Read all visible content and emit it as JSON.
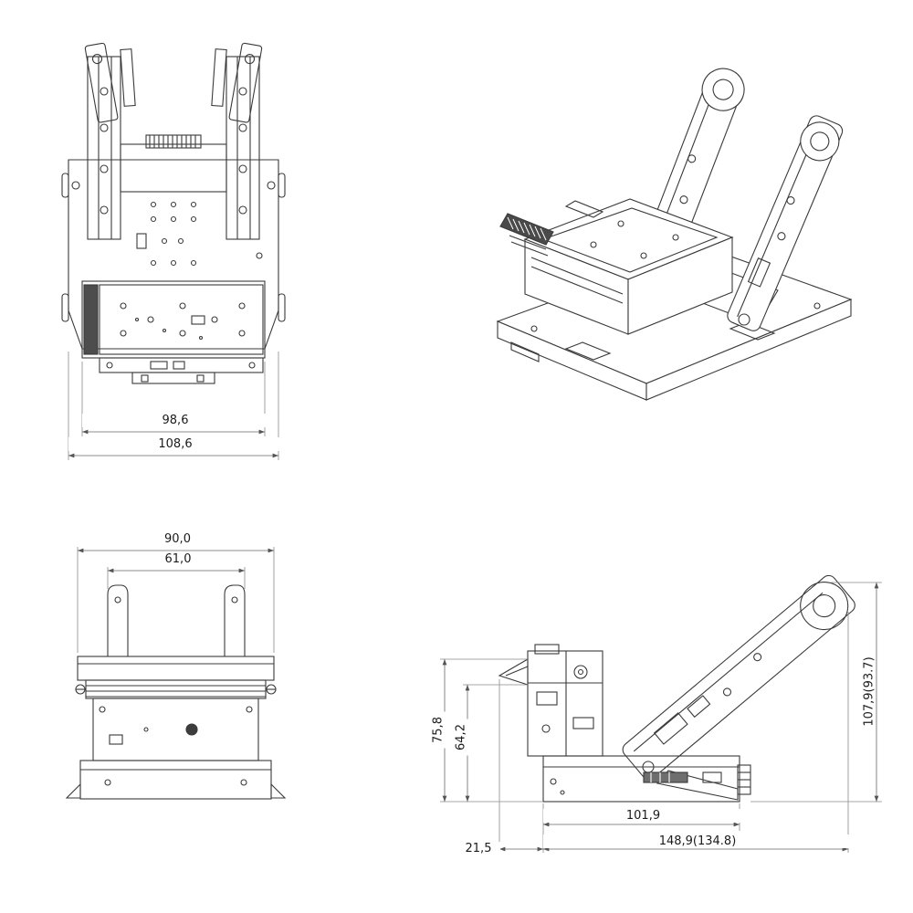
{
  "views": {
    "top": {
      "dims": {
        "inner_width": "98,6",
        "outer_width": "108,6"
      }
    },
    "isometric": {},
    "front": {
      "dims": {
        "outer_width": "90,0",
        "inner_width": "61,0"
      }
    },
    "side": {
      "dims": {
        "height_outer": "75,8",
        "height_inner": "64,2",
        "height_arm": "107,9(93.7)",
        "base_length": "101,9",
        "exit_offset": "21,5",
        "total_length": "148,9(134.8)"
      }
    }
  },
  "colors": {
    "background": "#ffffff",
    "line": "#3a3a3a",
    "dim_line": "#6b6b6b",
    "extension_line": "#8a8a8a",
    "text": "#1b1b1b",
    "dark_fill": "#4d4d4d"
  }
}
